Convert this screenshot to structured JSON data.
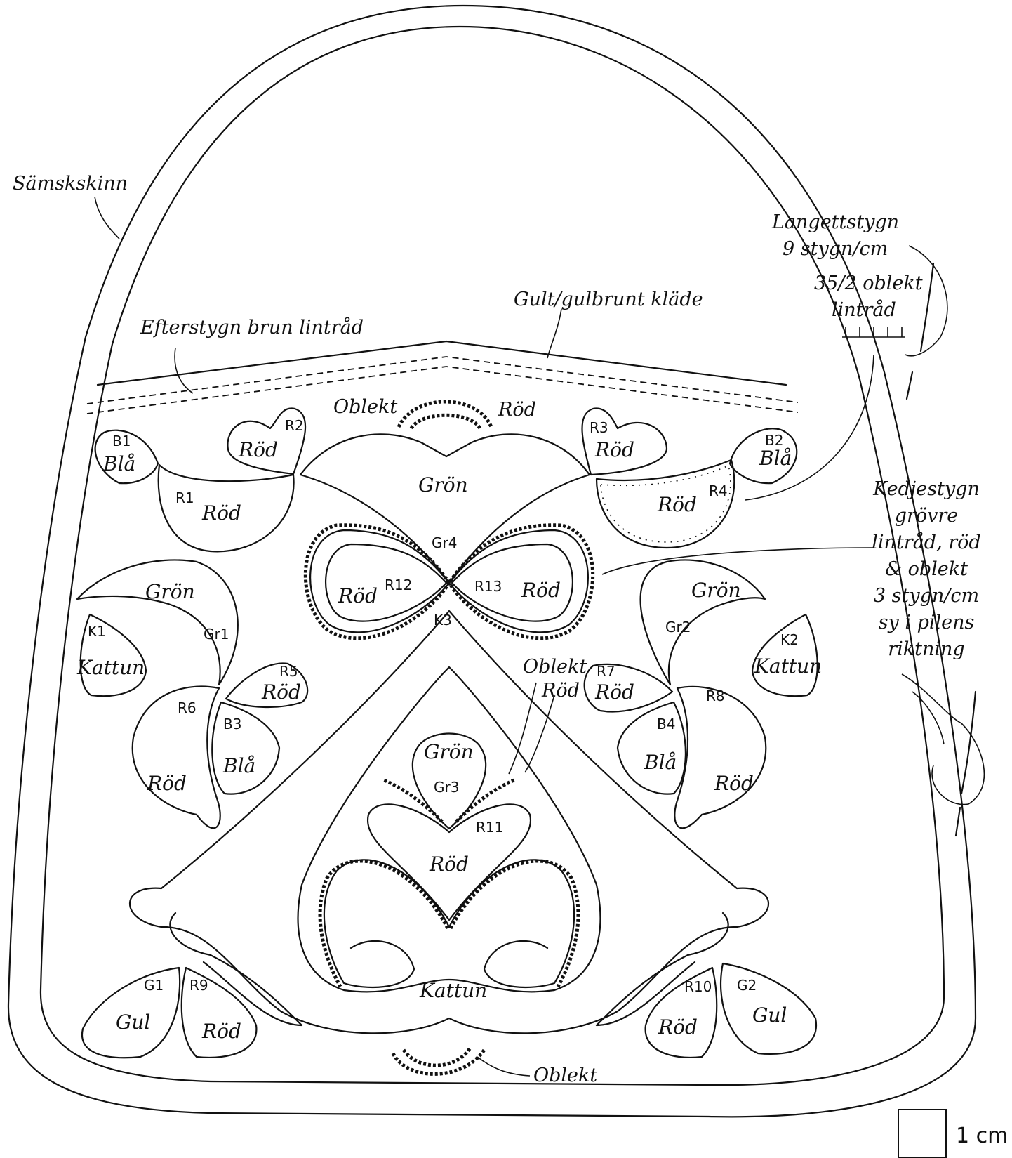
{
  "annotations": {
    "chamois": "Sämskskinn",
    "backstitch": "Efterstygn brun lintråd",
    "cloth": "Gult/gulbrunt kläde",
    "buttonhole_1": "Langettstygn",
    "buttonhole_2": "9 stygn/cm",
    "buttonhole_3": "35/2 oblekt",
    "buttonhole_4": "lintråd",
    "chain_1": "Kedjestygn",
    "chain_2": "grövre",
    "chain_3": "lintråd, röd",
    "chain_4": "& oblekt",
    "chain_5": "3 stygn/cm",
    "chain_6": "sy i pilens",
    "chain_7": "riktning",
    "top_unbleached": "Oblekt",
    "top_red": "Röd",
    "mid_unbleached": "Oblekt",
    "mid_red": "Röd",
    "bottom_unbleached": "Oblekt",
    "scale": "1 cm"
  },
  "pieces": {
    "b1_code": "B1",
    "b1_color": "Blå",
    "r2_code": "R2",
    "r2_color": "Röd",
    "r1_code": "R1",
    "r1_color": "Röd",
    "center_green": "Grön",
    "r3_code": "R3",
    "r3_color": "Röd",
    "b2_code": "B2",
    "b2_color": "Blå",
    "r4_code": "R4",
    "r4_color": "Röd",
    "gr4_code": "Gr4",
    "r12_code": "R12",
    "r12_color": "Röd",
    "r13_code": "R13",
    "r13_color": "Röd",
    "k3_code": "K3",
    "gr1_code": "Gr1",
    "gr1_color": "Grön",
    "k1_code": "K1",
    "k1_color": "Kattun",
    "r5_code": "R5",
    "r5_color": "Röd",
    "r6_code": "R6",
    "r6_color": "Röd",
    "b3_code": "B3",
    "b3_color": "Blå",
    "gr2_code": "Gr2",
    "gr2_color": "Grön",
    "k2_code": "K2",
    "k2_color": "Kattun",
    "r7_code": "R7",
    "r7_color": "Röd",
    "r8_code": "R8",
    "r8_color": "Röd",
    "b4_code": "B4",
    "b4_color": "Blå",
    "gr3_code": "Gr3",
    "gr3_color": "Grön",
    "r11_code": "R11",
    "r11_color": "Röd",
    "kattun_bottom": "Kattun",
    "g1_code": "G1",
    "g1_color": "Gul",
    "r9_code": "R9",
    "r9_color": "Röd",
    "r10_code": "R10",
    "r10_color": "Röd",
    "g2_code": "G2",
    "g2_color": "Gul"
  }
}
